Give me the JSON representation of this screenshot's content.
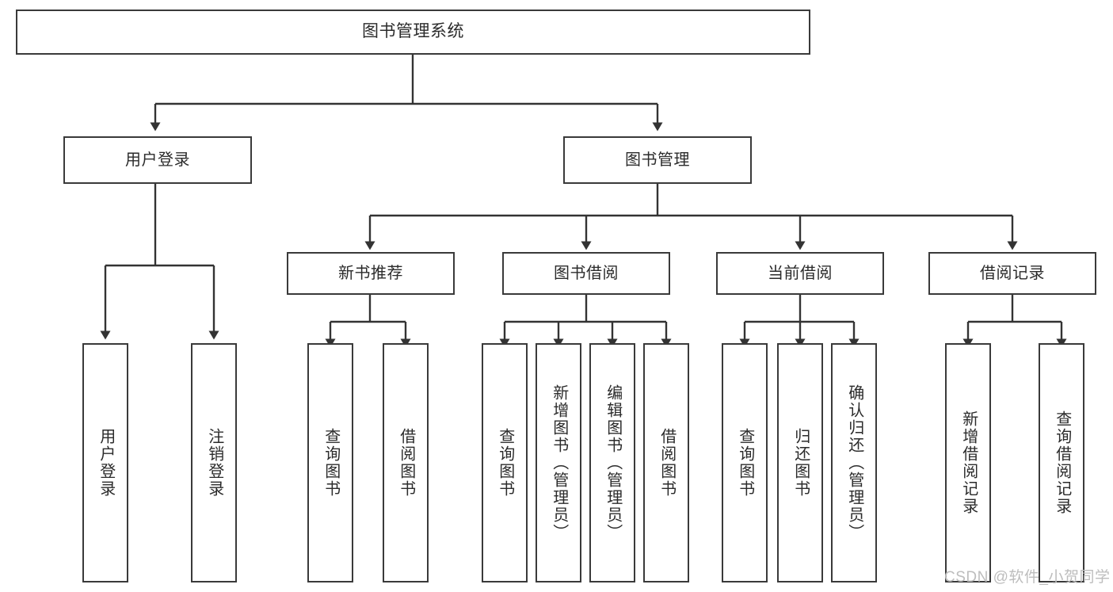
{
  "diagram": {
    "title": "图书管理系统",
    "type": "tree-hierarchy",
    "root": {
      "label": "图书管理系统"
    },
    "level1": [
      {
        "label": "用户登录"
      },
      {
        "label": "图书管理"
      }
    ],
    "level2": [
      {
        "label": "新书推荐"
      },
      {
        "label": "图书借阅"
      },
      {
        "label": "当前借阅"
      },
      {
        "label": "借阅记录"
      }
    ],
    "leaves": {
      "user_login": [
        {
          "label": "用户登录"
        },
        {
          "label": "注销登录"
        }
      ],
      "new_book_recommend": [
        {
          "label": "查询图书"
        },
        {
          "label": "借阅图书"
        }
      ],
      "book_borrow": [
        {
          "label": "查询图书"
        },
        {
          "label": "新增图书（管理员）"
        },
        {
          "label": "编辑图书（管理员）"
        },
        {
          "label": "借阅图书"
        }
      ],
      "current_borrow": [
        {
          "label": "查询图书"
        },
        {
          "label": "归还图书"
        },
        {
          "label": "确认归还（管理员）"
        }
      ],
      "borrow_records": [
        {
          "label": "新增借阅记录"
        },
        {
          "label": "查询借阅记录"
        }
      ]
    }
  },
  "watermark": {
    "text": "CSDN @软件_小贺同学"
  },
  "colors": {
    "box_border": "#3a3a3a",
    "connector": "#333333",
    "text": "#2b2b2b",
    "background": "#ffffff",
    "watermark": "#bdbdbd"
  }
}
